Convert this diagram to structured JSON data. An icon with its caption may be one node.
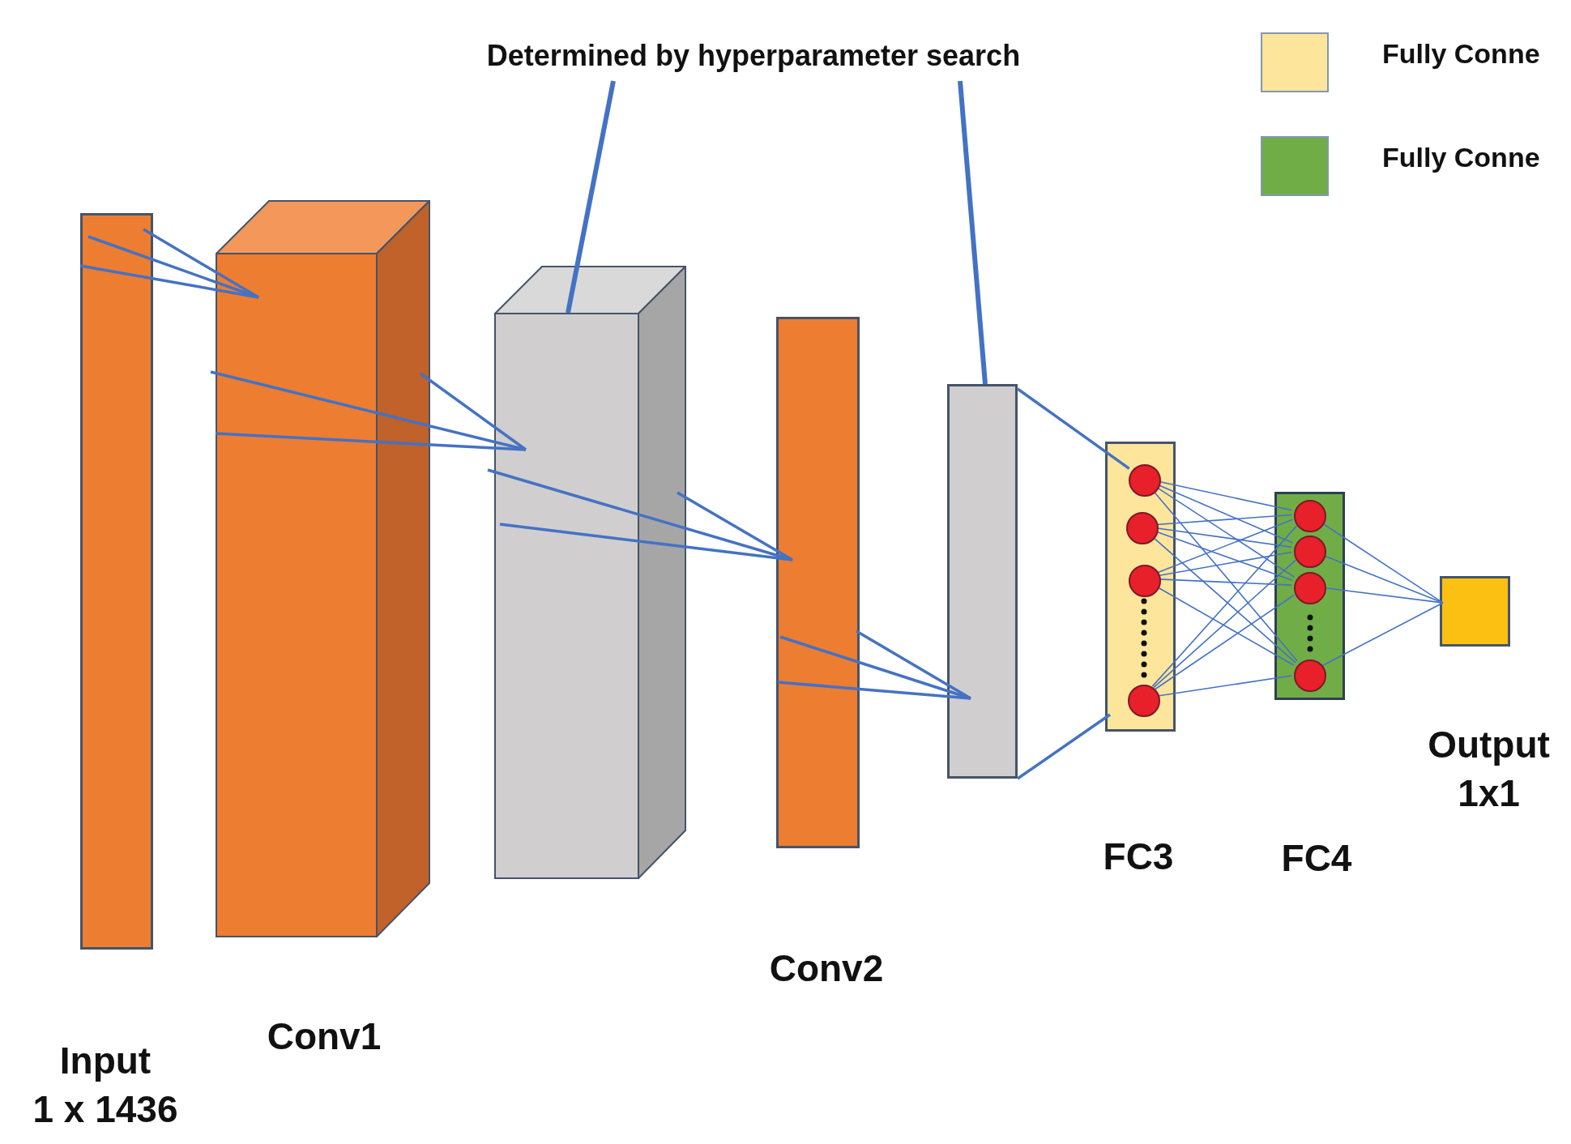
{
  "diagram": {
    "nodes": [
      {
        "text": [
          "Determined by hyperparameter search"
        ]
      },
      {
        "text": [],
        "shape": "bar",
        "beside": [
          "Input 1 x 1436"
        ]
      },
      {
        "text": [],
        "shape": "box",
        "beside": [
          "Conv1"
        ]
      },
      {
        "text": [],
        "shape": "box"
      },
      {
        "text": [],
        "shape": "bar",
        "beside": [
          "Conv2"
        ]
      },
      {
        "text": [],
        "shape": "bar"
      },
      {
        "text": [],
        "shape": "box",
        "beside": [
          "FC3"
        ]
      },
      {
        "text": [],
        "shape": "circle",
        "in": 6
      },
      {
        "text": [],
        "shape": "circle",
        "in": 6
      },
      {
        "text": [],
        "shape": "circle",
        "in": 6
      },
      {
        "text": [],
        "shape": "circle",
        "in": 6
      },
      {
        "text": [],
        "shape": "box",
        "beside": [
          "FC4"
        ]
      },
      {
        "text": [],
        "shape": "circle",
        "in": 11
      },
      {
        "text": [],
        "shape": "circle",
        "in": 11
      },
      {
        "text": [],
        "shape": "circle",
        "in": 11
      },
      {
        "text": [],
        "shape": "circle",
        "in": 11
      },
      {
        "text": [],
        "shape": "box",
        "beside": [
          "Output 1x1"
        ]
      }
    ],
    "edges": [
      {
        "from": 0,
        "to": 3,
        "arrow": "none",
        "style": "thick"
      },
      {
        "from": 0,
        "to": 5,
        "arrow": "none",
        "style": "thick"
      },
      {
        "from": 1,
        "to": 2,
        "arrow": "none"
      },
      {
        "from": 1,
        "to": 2,
        "arrow": "none"
      },
      {
        "from": 1,
        "to": 2,
        "arrow": "none"
      },
      {
        "from": 2,
        "to": 3,
        "arrow": "none"
      },
      {
        "from": 2,
        "to": 3,
        "arrow": "none"
      },
      {
        "from": 2,
        "to": 3,
        "arrow": "none"
      },
      {
        "from": 3,
        "to": 4,
        "arrow": "none"
      },
      {
        "from": 3,
        "to": 4,
        "arrow": "none"
      },
      {
        "from": 3,
        "to": 4,
        "arrow": "none"
      },
      {
        "from": 4,
        "to": 5,
        "arrow": "none"
      },
      {
        "from": 4,
        "to": 5,
        "arrow": "none"
      },
      {
        "from": 4,
        "to": 5,
        "arrow": "none"
      },
      {
        "from": 5,
        "to": 7,
        "arrow": "none"
      },
      {
        "from": 5,
        "to": 6,
        "arrow": "none"
      },
      {
        "from": 7,
        "to": 12,
        "arrow": "none"
      },
      {
        "from": 7,
        "to": 13,
        "arrow": "none"
      },
      {
        "from": 7,
        "to": 14,
        "arrow": "none"
      },
      {
        "from": 7,
        "to": 15,
        "arrow": "none"
      },
      {
        "from": 8,
        "to": 12,
        "arrow": "none"
      },
      {
        "from": 8,
        "to": 13,
        "arrow": "none"
      },
      {
        "from": 8,
        "to": 14,
        "arrow": "none"
      },
      {
        "from": 8,
        "to": 15,
        "arrow": "none"
      },
      {
        "from": 9,
        "to": 12,
        "arrow": "none"
      },
      {
        "from": 9,
        "to": 13,
        "arrow": "none"
      },
      {
        "from": 9,
        "to": 14,
        "arrow": "none"
      },
      {
        "from": 9,
        "to": 15,
        "arrow": "none"
      },
      {
        "from": 10,
        "to": 12,
        "arrow": "none"
      },
      {
        "from": 10,
        "to": 13,
        "arrow": "none"
      },
      {
        "from": 10,
        "to": 14,
        "arrow": "none"
      },
      {
        "from": 10,
        "to": 15,
        "arrow": "none"
      },
      {
        "from": 12,
        "to": 16,
        "arrow": "none"
      },
      {
        "from": 13,
        "to": 16,
        "arrow": "none"
      },
      {
        "from": 14,
        "to": 16,
        "arrow": "none"
      },
      {
        "from": 15,
        "to": 16,
        "arrow": "none"
      }
    ],
    "legend": [
      {
        "text": "Fully Conne",
        "color": "#fde59b"
      },
      {
        "text": "Fully Conne",
        "color": "#70ad47"
      }
    ]
  }
}
